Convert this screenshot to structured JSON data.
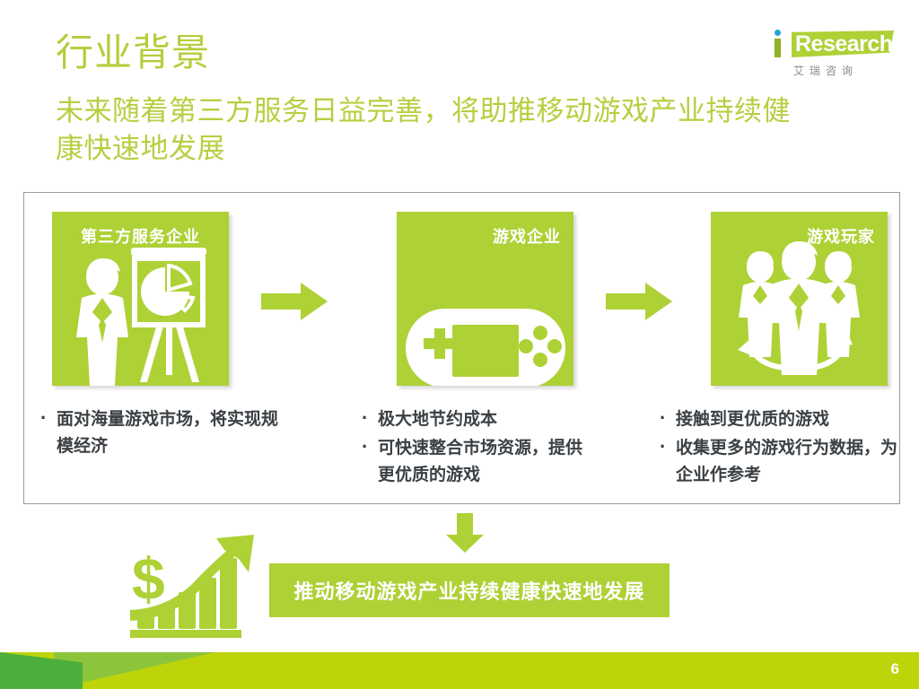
{
  "header": {
    "title": "行业背景",
    "subtitle": "未来随着第三方服务日益完善，将助推移动游戏产业持续健康快速地发展",
    "title_color": "#b5cd3c",
    "subtitle_color": "#b6cf41"
  },
  "logo": {
    "word": "Research",
    "i_letter": "i",
    "chinese": "艾瑞咨询",
    "mark_color": "#aed136",
    "dot_color": "#2a9fd8",
    "chinese_color": "#8a8a8a"
  },
  "flow": {
    "accent_color": "#aed136",
    "panel_border_color": "#9a9a9a",
    "stages": [
      {
        "label": "第三方服务企业",
        "icon": "presenter-pie-chart-easel-icon",
        "bullets": [
          "面对海量游戏市场，将实现规模经济"
        ]
      },
      {
        "label": "游戏企业",
        "icon": "handheld-game-console-icon",
        "bullets": [
          "极大地节约成本",
          "可快速整合市场资源，提供更优质的游戏"
        ]
      },
      {
        "label": "游戏玩家",
        "icon": "user-group-cycle-icon",
        "bullets": [
          "接触到更优质的游戏",
          "收集更多的游戏行为数据，为企业作参考"
        ]
      }
    ],
    "connector_icons": [
      "arrow-right-icon",
      "arrow-right-icon"
    ],
    "down_connector_icon": "arrow-down-icon"
  },
  "result": {
    "banner_text": "推动移动游戏产业持续健康快速地发展",
    "banner_color": "#aed136",
    "banner_text_color": "#ffffff",
    "growth_icon": "dollar-growth-chart-icon"
  },
  "footer": {
    "page_number": "6",
    "bar_color": "#bdd40b",
    "corner_color": "#4caf3c",
    "page_number_color": "#ffffff"
  }
}
